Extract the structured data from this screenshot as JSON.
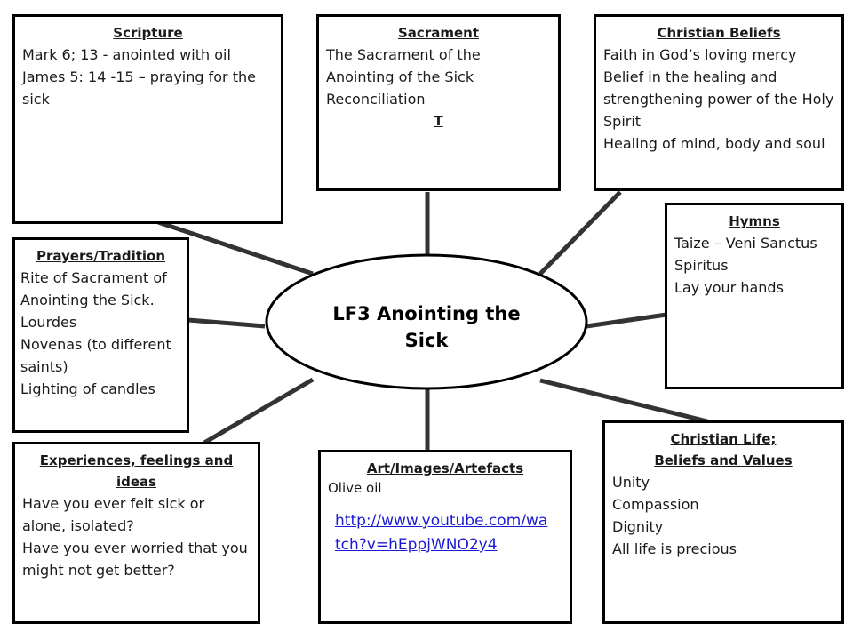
{
  "center": {
    "title_line1": "LF3  Anointing the",
    "title_line2": "Sick"
  },
  "boxes": {
    "scripture": {
      "title": "Scripture",
      "lines": [
        "Mark 6; 13 -  anointed with oil",
        "James 5: 14 -15 – praying for the sick"
      ]
    },
    "sacrament": {
      "title": "Sacrament",
      "lines": [
        "The Sacrament of the Anointing of the Sick",
        "Reconciliation"
      ],
      "extra": "T"
    },
    "beliefs": {
      "title": "Christian Beliefs",
      "lines": [
        "Faith in God’s loving mercy",
        "Belief in the healing and strengthening power of the Holy Spirit",
        "Healing of mind, body and soul"
      ]
    },
    "hymns": {
      "title": "Hymns",
      "lines": [
        "Taize – Veni Sanctus Spiritus",
        "Lay your hands"
      ]
    },
    "prayers": {
      "title": "Prayers/Tradition",
      "lines": [
        "Rite of Sacrament of Anointing the Sick.",
        "Lourdes",
        "Novenas (to different  saints)",
        "Lighting of candles"
      ]
    },
    "experiences": {
      "title": "Experiences, feelings and ideas",
      "lines": [
        "Have you ever felt sick or alone, isolated?",
        "Have you ever worried that you might not get better?"
      ]
    },
    "art": {
      "title": "Art/Images/Artefacts",
      "lines": [
        "Olive oil"
      ],
      "link": "http://www.youtube.com/watch?v=hEppjWNO2y4"
    },
    "life": {
      "title": "Christian Life;",
      "title2": "Beliefs and Values",
      "lines": [
        "Unity",
        "Compassion",
        "Dignity",
        "All life is precious"
      ]
    }
  },
  "colors": {
    "border": "#000000",
    "link": "#1a1ad6",
    "text": "#1a1a1a"
  }
}
